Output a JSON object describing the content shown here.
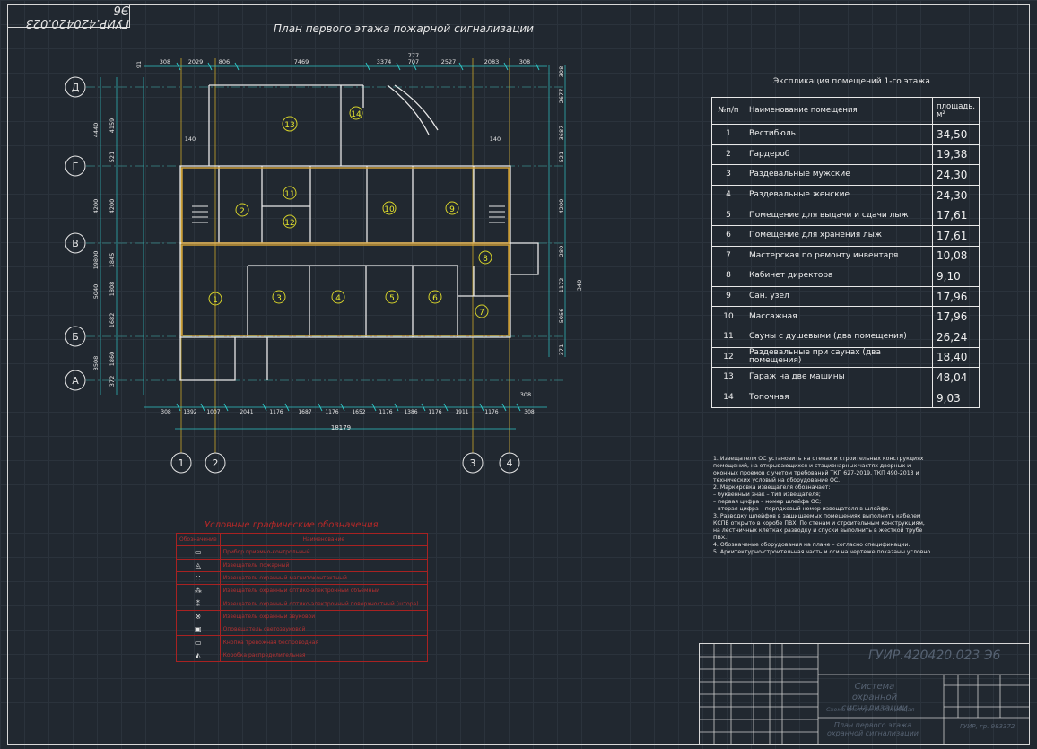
{
  "drawing": {
    "code": "ГУИР.420420.023 Э6",
    "plan_title": "План первого этажа пожарной сигнализации"
  },
  "axes": {
    "rows": [
      "Д",
      "Г",
      "В",
      "Б",
      "А"
    ],
    "cols": [
      "1",
      "2",
      "3",
      "4"
    ]
  },
  "dimensions": {
    "top": [
      "308",
      "2029",
      "806",
      "7469",
      "3374",
      "777",
      "707",
      "2527",
      "2083",
      "308"
    ],
    "bottom": [
      "308",
      "1392",
      "1007",
      "2041",
      "1176",
      "1687",
      "1176",
      "1652",
      "1176",
      "1386",
      "1176",
      "1911",
      "1176",
      "308"
    ],
    "overall": "18179",
    "left_outer": [
      "4440",
      "4200",
      "19800",
      "5040",
      "3508"
    ],
    "left_inner": [
      "4159",
      "521",
      "4200",
      "1845",
      "1808",
      "1682",
      "1860",
      "372"
    ],
    "right": [
      "308",
      "2677",
      "3687",
      "521",
      "4200",
      "280",
      "1172",
      "5056",
      "371"
    ],
    "side_misc": [
      "140",
      "140",
      "340",
      "91",
      "308"
    ]
  },
  "rooms": [
    "1",
    "2",
    "3",
    "4",
    "5",
    "6",
    "7",
    "8",
    "9",
    "10",
    "11",
    "12",
    "13",
    "14"
  ],
  "explication": {
    "title": "Экспликация помещений 1-го этажа",
    "headers": {
      "num": "№п/п",
      "name": "Наименование помещения",
      "area": "площадь, м²"
    },
    "rows": [
      {
        "n": "1",
        "name": "Вестибюль",
        "area": "34,50"
      },
      {
        "n": "2",
        "name": "Гардероб",
        "area": "19,38"
      },
      {
        "n": "3",
        "name": "Раздевальные мужские",
        "area": "24,30"
      },
      {
        "n": "4",
        "name": "Раздевальные женские",
        "area": "24,30"
      },
      {
        "n": "5",
        "name": "Помещение для выдачи и сдачи лыж",
        "area": "17,61"
      },
      {
        "n": "6",
        "name": "Помещение для хранения лыж",
        "area": "17,61"
      },
      {
        "n": "7",
        "name": "Мастерская по ремонту инвентаря",
        "area": "10,08"
      },
      {
        "n": "8",
        "name": "Кабинет директора",
        "area": "9,10"
      },
      {
        "n": "9",
        "name": "Сан. узел",
        "area": "17,96"
      },
      {
        "n": "10",
        "name": "Массажная",
        "area": "17,96"
      },
      {
        "n": "11",
        "name": "Сауны с душевыми (два помещения)",
        "area": "26,24"
      },
      {
        "n": "12",
        "name": "Раздевальные при саунах (два помещения)",
        "area": "18,40"
      },
      {
        "n": "13",
        "name": "Гараж на две машины",
        "area": "48,04"
      },
      {
        "n": "14",
        "name": "Топочная",
        "area": "9,03"
      }
    ]
  },
  "notes": [
    "1.    Извещатели ОС установить на стенах и строительных конструкциях помещений, на открывающихся и стационарных частях дверных и оконных проемов с учетом требований ТКП 627-2019, ТКП 490-2013 и технических условий на оборудование ОС.",
    "2.    Маркировка извещателя обозначает:",
    "        – буквенный знак – тип извещателя;",
    "        – первая цифра – номер шлейфа ОС;",
    "        – вторая цифра – порядковый номер извещателя в шлейфе.",
    "3.    Разводку шлейфов в защищаемых помещениях выполнить кабелем КСПВ открыто в коробе ПВХ. По стенам и строительным конструкциям, на лестничных клетках разводку и спуски выполнить в жесткой трубе ПВХ.",
    "4.    Обозначение оборудования на плане – согласно спецификации.",
    "5.    Архитектурно-строительная часть и оси на чертеже показаны условно."
  ],
  "legend": {
    "title": "Условные графические обозначения",
    "headers": {
      "symbol": "Обозначение",
      "name": "Наименование"
    },
    "rows": [
      {
        "symbol": "▭",
        "name": "Прибор приемно-контрольный"
      },
      {
        "symbol": "◬",
        "name": "Извещатель пожарный"
      },
      {
        "symbol": "∷",
        "name": "Извещатель охранный магнитоконтактный"
      },
      {
        "symbol": "⁂",
        "name": "Извещатель охранный оптико-электронный объемный"
      },
      {
        "symbol": "⁑",
        "name": "Извещатель охранный оптико-электронный поверхностный (штора)"
      },
      {
        "symbol": "※",
        "name": "Извещатель охранный звуковой"
      },
      {
        "symbol": "▣",
        "name": "Оповещатель светозвуковой"
      },
      {
        "symbol": "▭",
        "name": "Кнопка тревожная беспроводная"
      },
      {
        "symbol": "◭",
        "name": "Коробка распределительная"
      }
    ]
  },
  "titleblock": {
    "code": "ГУИР.420420.023 Э6",
    "system": "Система охранной сигнализации",
    "subtitle": "Схема электрическая общая",
    "sheet_title": "План первого этажа охранной сигнализации",
    "org": "ГУИР, гр. 983372"
  }
}
